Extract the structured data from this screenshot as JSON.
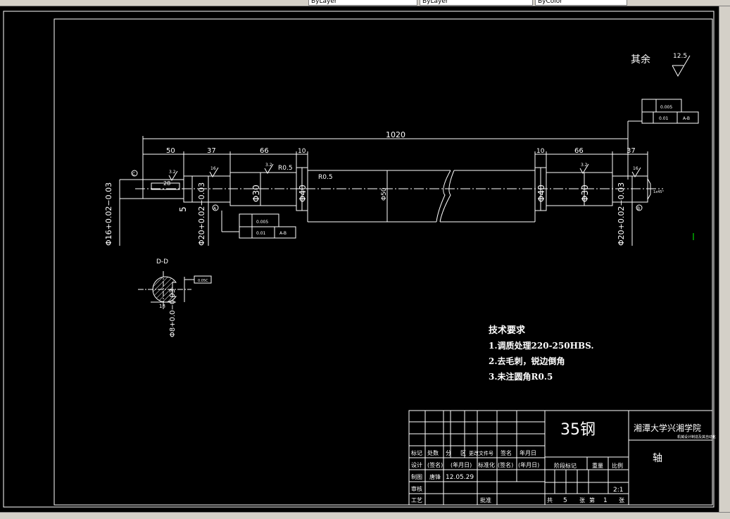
{
  "toolbar": {
    "box1": "ByLayer",
    "box2": "ByLayer",
    "box3": "ByColor"
  },
  "drawing": {
    "roughness": {
      "label": "其余",
      "value": "12.5"
    },
    "dimensions": {
      "overall": "1020",
      "left_seg1": "50",
      "left_seg2": "37",
      "left_seg3": "66",
      "left_seg4": "10",
      "right_seg4": "10",
      "right_seg3": "66",
      "right_seg2": "37",
      "dia_30_left": "Φ30",
      "dia_40_left": "Φ40",
      "dia_50": "Φ50",
      "dia_40_right": "Φ40",
      "dia_30_right": "Φ30",
      "r05_a": "R0.5",
      "r05_b": "R0.5",
      "tol_16": "Φ16+0.02−0.03",
      "tol_20_left": "Φ20+0.02−0.03",
      "tol_20_right": "Φ20+0.02−0.03",
      "key_depth": "5",
      "key_len": "28",
      "rough_16a": "16",
      "rough_16b": "16",
      "rough_32a": "3.2",
      "rough_32b": "3.2",
      "rough_32c": "3.2",
      "section_label": "D-D",
      "section_tol": "Φ8+0.0−0.03",
      "section_dim": "18"
    },
    "datums": {
      "a": "A",
      "b": "B",
      "c": "C"
    },
    "tolerance_frames": {
      "top_right_row1": "0.005",
      "top_right_row2_val": "0.01",
      "top_right_row2_ref": "A-B",
      "left_row1": "0.005",
      "left_row2_val": "0.01",
      "left_row2_ref": "A-B",
      "section": "0.05C"
    },
    "tech_requirements": {
      "title": "技术要求",
      "items": [
        "1.调质处理220-250HBS.",
        "2.去毛刺，锐边倒角",
        "3.未注圆角R0.5"
      ]
    }
  },
  "title_block": {
    "material": "35钢",
    "school": "湘潭大学兴湘学院",
    "school_sub": "机械设计制造及其自动化",
    "part_name": "轴",
    "header_row": [
      "标记",
      "处数",
      "分",
      "区",
      "更改文件号",
      "签名",
      "年月日"
    ],
    "design_row": [
      "设计",
      "(签名)",
      "(年月日)",
      "标准化",
      "(签名)",
      "(年月日)"
    ],
    "draw_label": "制图",
    "draw_name": "唐锋",
    "draw_date": "12.05.29",
    "review_label": "审核",
    "process_label": "工艺",
    "approve_label": "批准",
    "stage_label": "阶段标记",
    "weight_label": "重量",
    "scale_label": "比例",
    "scale_value": "2:1",
    "sheets": [
      "共",
      "5",
      "张",
      "第",
      "1",
      "张"
    ]
  }
}
